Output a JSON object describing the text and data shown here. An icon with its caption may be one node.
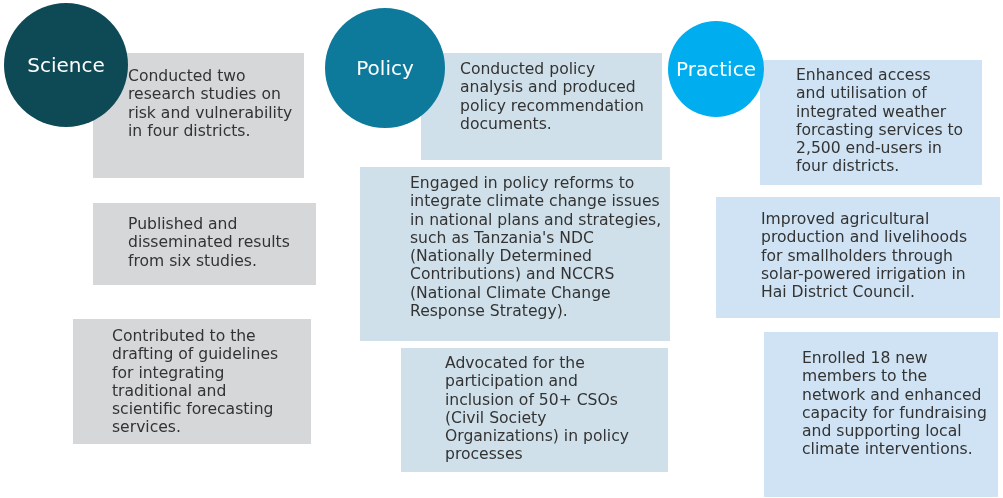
{
  "diagram": {
    "nodes": [
      {
        "text": [
          "Science"
        ]
      },
      {
        "text": [
          "Conducted two research studies on risk and vulnerability in four districts."
        ]
      },
      {
        "text": [
          "Published and disseminated results from six studies."
        ]
      },
      {
        "text": [
          "Contributed to the drafting of guidelines for integrating traditional and scientific forecasting services."
        ]
      },
      {
        "text": [
          "Policy"
        ]
      },
      {
        "text": [
          "Conducted policy analysis and produced policy recommendation documents."
        ]
      },
      {
        "text": [
          "Engaged in policy reforms to integrate climate change issues in national plans and strategies, such as Tanzania's NDC (Nationally Determined Contributions) and NCCRS (National Climate Change Response Strategy)."
        ]
      },
      {
        "text": [
          "Advocated for the participation and inclusion of 50+ CSOs (Civil Society Organizations) in policy processes"
        ]
      },
      {
        "text": [
          "Practice"
        ]
      },
      {
        "text": [
          "Enhanced access and utilisation of integrated weather forcasting services to 2,500 end-users in four districts."
        ]
      },
      {
        "text": [
          "Improved agricultural production and livelihoods for smallholders through solar-powered irrigation in Hai District Council."
        ]
      },
      {
        "text": [
          "Enrolled 18 new members to the network and enhanced capacity for fundraising and supporting local climate interventions."
        ]
      }
    ]
  }
}
